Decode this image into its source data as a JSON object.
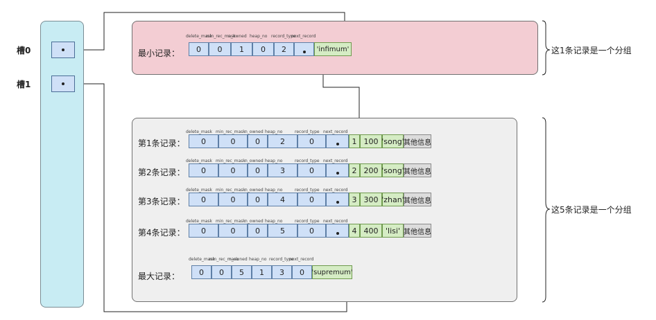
{
  "slots": [
    {
      "label": "槽0"
    },
    {
      "label": "槽1"
    }
  ],
  "fields": [
    "delete_mask",
    "min_rec_mask",
    "n_owned",
    "heap_no",
    "record_type",
    "next_record"
  ],
  "groups": [
    {
      "brace_label": "这1条记录是一个分组"
    },
    {
      "brace_label": "这5条记录是一个分组"
    }
  ],
  "records": [
    {
      "label": "最小记录：",
      "values": [
        "0",
        "0",
        "1",
        "0",
        "2",
        ""
      ],
      "data": [
        "'infimum'"
      ]
    },
    {
      "label": "第1条记录：",
      "values": [
        "0",
        "0",
        "0",
        "2",
        "0",
        ""
      ],
      "data": [
        "1",
        "100",
        "'song'",
        "其他信息"
      ]
    },
    {
      "label": "第2条记录：",
      "values": [
        "0",
        "0",
        "0",
        "3",
        "0",
        ""
      ],
      "data": [
        "2",
        "200",
        "'song'",
        "其他信息"
      ]
    },
    {
      "label": "第3条记录：",
      "values": [
        "0",
        "0",
        "0",
        "4",
        "0",
        ""
      ],
      "data": [
        "3",
        "300",
        "'zhan'",
        "其他信息"
      ]
    },
    {
      "label": "第4条记录：",
      "values": [
        "0",
        "0",
        "0",
        "5",
        "0",
        ""
      ],
      "data": [
        "4",
        "400",
        "'lisi'",
        "其他信息"
      ]
    },
    {
      "label": "最大记录：",
      "values": [
        "0",
        "0",
        "5",
        "1",
        "3",
        "0"
      ],
      "data": [
        "'supremum'"
      ]
    }
  ],
  "colors": {
    "slot_directory": "#c8ecf3",
    "group1_bg": "#f3cdd3",
    "group2_bg": "#efefef",
    "header_cell": "#cfe0f7",
    "data_cell": "#d5ecc4",
    "extra_cell": "#dcdcdc"
  }
}
